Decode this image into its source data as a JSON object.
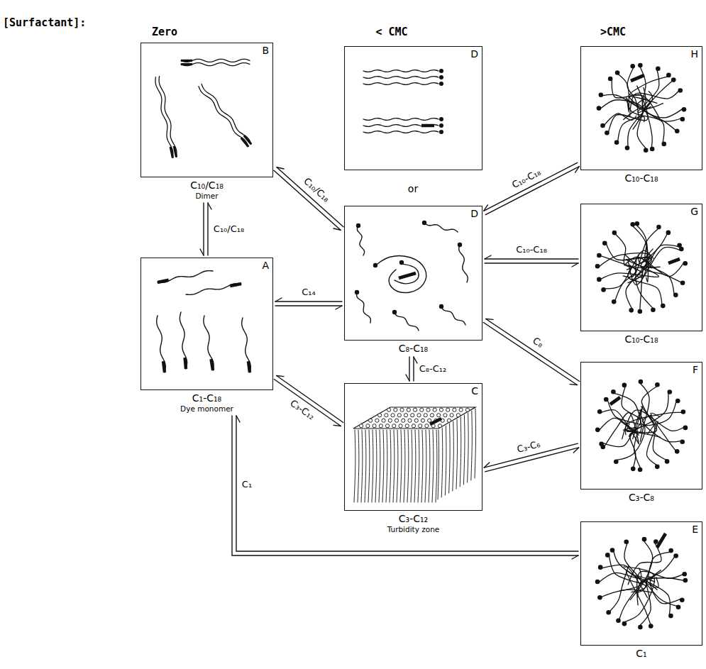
{
  "diagram": {
    "nodes": [
      {
        "text": [
          "B",
          "C₁₀/C₁₈",
          "Dimer"
        ]
      },
      {
        "text": [
          "D"
        ]
      },
      {
        "text": [
          "H",
          "C₁₀-C₁₈"
        ]
      },
      {
        "text": [
          "A",
          "C₁-C₁₈",
          "Dye monomer"
        ]
      },
      {
        "text": [
          "D",
          "C₈-C₁₈"
        ]
      },
      {
        "text": [
          "G",
          "C₁₀-C₁₈"
        ]
      },
      {
        "text": [
          "C",
          "C₃-C₁₂",
          "Turbidity zone"
        ]
      },
      {
        "text": [
          "F",
          "C₃-C₈"
        ]
      },
      {
        "text": [
          "E",
          "C₁"
        ]
      }
    ],
    "edges": [
      {
        "from": 0,
        "to": 3,
        "label": "C₁₀/C₁₈",
        "arrow": "both"
      },
      {
        "from": 0,
        "to": 4,
        "label": "C₁₀/C₁₈",
        "arrow": "both"
      },
      {
        "from": 3,
        "to": 4,
        "label": "C₁₄",
        "arrow": "both"
      },
      {
        "from": 3,
        "to": 6,
        "label": "C₃-C₁₂",
        "arrow": "both"
      },
      {
        "from": 4,
        "to": 6,
        "label": "C₈-C₁₂",
        "arrow": "both"
      },
      {
        "from": 4,
        "to": 2,
        "label": "C₁₀-C₁₈",
        "arrow": "both"
      },
      {
        "from": 4,
        "to": 5,
        "label": "C₁₀-C₁₈",
        "arrow": "both"
      },
      {
        "from": 4,
        "to": 7,
        "label": "C₈",
        "arrow": "both"
      },
      {
        "from": 6,
        "to": 7,
        "label": "C₃-C₆",
        "arrow": "both"
      },
      {
        "from": 3,
        "to": 8,
        "label": "C₁",
        "arrow": "both"
      }
    ],
    "labels": [
      "[Surfactant]:",
      "Zero",
      "< CMC",
      ">CMC",
      "or"
    ]
  }
}
